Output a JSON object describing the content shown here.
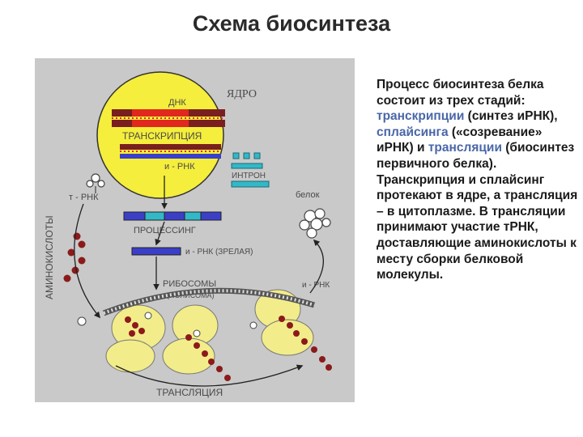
{
  "title": "Схема биосинтеза",
  "diagram": {
    "labels": {
      "nucleus": "ЯДРО",
      "dna": "ДНК",
      "transcription": "ТРАНСКРИПЦИЯ",
      "mrna": "и - РНК",
      "intron": "ИНТРОН",
      "trna": "т - РНК",
      "protein": "белок",
      "processing": "ПРОЦЕССИНГ",
      "mature_mrna": "и - РНК (ЗРЕЛАЯ)",
      "ribosomes": "РИБОСОМЫ",
      "polysome": "(ПОЛИСОМА)",
      "amino_acids": "АМИНОКИСЛОТЫ",
      "mrna_cyto": "и - РНК",
      "translation": "ТРАНСЛЯЦИЯ"
    },
    "colors": {
      "background": "#c9c9c9",
      "nucleus": "#f5ee3c",
      "dna_red": "#e0281e",
      "strand": "#7a1f1f",
      "mrna_blue": "#3b3fc8",
      "intron_cyan": "#33b8c8",
      "ribosome": "#f2ec8a",
      "amino_acid": "#8c1a1a",
      "label_gray": "#4a4a4a"
    }
  },
  "text": {
    "p1": "Процесс биосинтеза белка состоит из трех стадий: ",
    "h1": "транскрипции",
    "p2": " (синтез иРНК), ",
    "h2": "сплайсинга",
    "p3": " («созревание» иРНК) и ",
    "h3": "трансляции",
    "p4": " (биосинтез первичного белка). Транскрипция и сплайсинг протекают в ядре, а трансляция – в цитоплазме. В трансляции принимают участие тРНК, доставляющие аминокислоты к месту сборки белковой молекулы."
  }
}
